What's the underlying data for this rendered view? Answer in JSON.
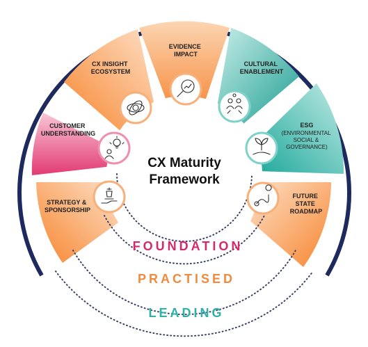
{
  "center": {
    "line1": "CX Maturity",
    "line2": "Framework"
  },
  "segments": [
    {
      "id": "strategy",
      "lines": [
        "STRATEGY &",
        "SPONSORSHIP"
      ],
      "icon": "chess-hand-icon",
      "color": "#f7a36a"
    },
    {
      "id": "customer",
      "lines": [
        "CUSTOMER",
        "UNDERSTANDING"
      ],
      "icon": "idea-person-icon",
      "color": "#e5326f"
    },
    {
      "id": "insight",
      "lines": [
        "CX INSIGHT",
        "ECOSYSTEM"
      ],
      "icon": "orbit-icon",
      "color": "#f79a55"
    },
    {
      "id": "evidence",
      "lines": [
        "EVIDENCE",
        "IMPACT"
      ],
      "icon": "magnifier-chart-icon",
      "color": "#f79a55"
    },
    {
      "id": "cultural",
      "lines": [
        "CULTURAL",
        "ENABLEMENT"
      ],
      "icon": "people-hands-icon",
      "color": "#2fb8aa"
    },
    {
      "id": "esg",
      "lines": [
        "ESG"
      ],
      "sub": [
        "(ENVIRONMENTAL",
        "SOCIAL &",
        "GOVERNANCE)"
      ],
      "icon": "plant-hand-icon",
      "color": "#2fb8aa"
    },
    {
      "id": "roadmap",
      "lines": [
        "FUTURE",
        "STATE",
        "ROADMAP"
      ],
      "icon": "route-icon",
      "color": "#f79a55"
    }
  ],
  "levels": [
    {
      "label": "FOUNDATION",
      "color": "#d42a6c"
    },
    {
      "label": "PRACTISED",
      "color": "#f08a3c"
    },
    {
      "label": "LEADING",
      "color": "#2fb0a8"
    }
  ],
  "colors": {
    "ring": "#1e2a5e",
    "dots": "#3a3f66"
  }
}
